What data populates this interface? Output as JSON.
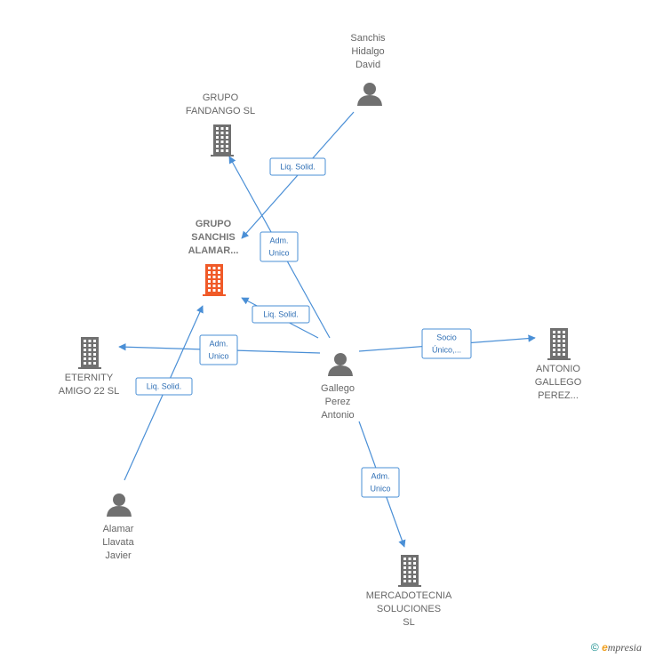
{
  "nodes": [
    {
      "id": "sanchis_hidalgo",
      "type": "person",
      "lines": [
        "Sanchis",
        "Hidalgo",
        "David"
      ],
      "focus": false
    },
    {
      "id": "grupo_fandango",
      "type": "company",
      "lines": [
        "GRUPO",
        "FANDANGO SL"
      ],
      "focus": false
    },
    {
      "id": "grupo_sanchis",
      "type": "company",
      "lines": [
        "GRUPO",
        "SANCHIS",
        "ALAMAR..."
      ],
      "focus": true
    },
    {
      "id": "eternity",
      "type": "company",
      "lines": [
        "ETERNITY",
        "AMIGO 22 SL"
      ],
      "focus": false
    },
    {
      "id": "gallego_perez",
      "type": "person",
      "lines": [
        "Gallego",
        "Perez",
        "Antonio"
      ],
      "focus": false
    },
    {
      "id": "antonio_gallego",
      "type": "company",
      "lines": [
        "ANTONIO",
        "GALLEGO",
        "PEREZ..."
      ],
      "focus": false
    },
    {
      "id": "alamar_llavata",
      "type": "person",
      "lines": [
        "Alamar",
        "Llavata",
        "Javier"
      ],
      "focus": false
    },
    {
      "id": "mercadotecnia",
      "type": "company",
      "lines": [
        "MERCADOTECNIA",
        "SOLUCIONES",
        "SL"
      ],
      "focus": false
    }
  ],
  "edges": [
    {
      "from": "sanchis_hidalgo",
      "to": "grupo_sanchis",
      "label": [
        "Liq.  Solid."
      ]
    },
    {
      "from": "gallego_perez",
      "to": "grupo_fandango",
      "label": [
        "Adm.",
        "Unico"
      ]
    },
    {
      "from": "gallego_perez",
      "to": "grupo_sanchis",
      "label": [
        "Liq.  Solid."
      ]
    },
    {
      "from": "gallego_perez",
      "to": "eternity",
      "label": [
        "Adm.",
        "Unico"
      ]
    },
    {
      "from": "gallego_perez",
      "to": "antonio_gallego",
      "label": [
        "Socio",
        "Único,..."
      ]
    },
    {
      "from": "gallego_perez",
      "to": "mercadotecnia",
      "label": [
        "Adm.",
        "Unico"
      ]
    },
    {
      "from": "alamar_llavata",
      "to": "grupo_sanchis",
      "label": [
        "Liq.  Solid."
      ]
    }
  ],
  "colors": {
    "edge": "#4a8fd6",
    "edge_text": "#2f6fb5",
    "icon": "#707070",
    "focus_icon": "#f05a28",
    "label": "#666666"
  },
  "footer": {
    "copyright": "©",
    "brand_initial": "e",
    "brand_rest": "mpresia"
  }
}
